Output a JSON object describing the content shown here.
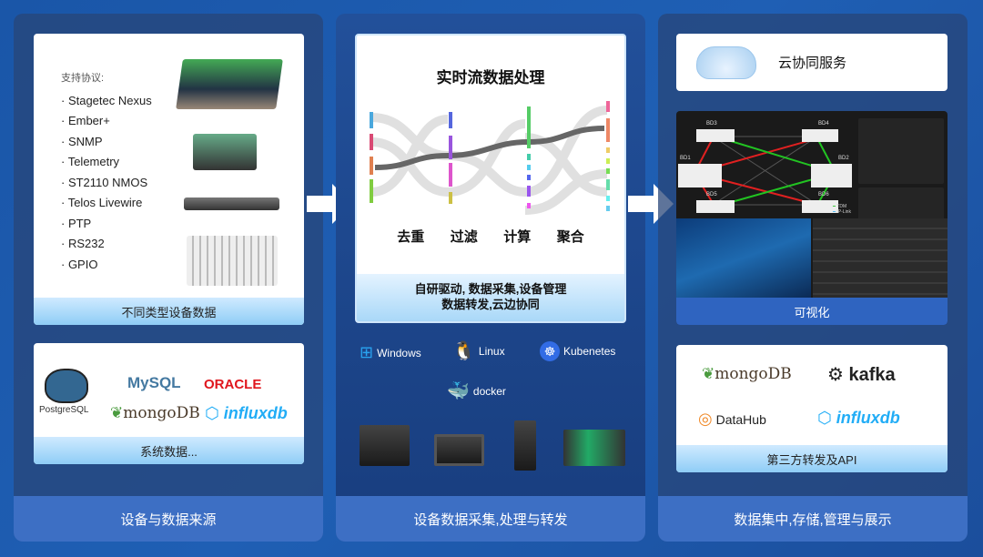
{
  "left": {
    "protocols_title": "支持协议:",
    "protocols": [
      "Stagetec Nexus",
      "Ember+",
      "SNMP",
      "Telemetry",
      "ST2110 NMOS",
      "Telos Livewire",
      "PTP",
      "RS232",
      "GPIO"
    ],
    "devices_caption": "不同类型设备数据",
    "databases": [
      "PostgreSQL",
      "MySQL",
      "ORACLE",
      "mongoDB",
      "influxdb"
    ],
    "system_caption": "系统数据...",
    "footer": "设备与数据来源"
  },
  "middle": {
    "title": "实时流数据处理",
    "steps": [
      "去重",
      "过滤",
      "计算",
      "聚合"
    ],
    "caption_line1": "自研驱动, 数据采集,设备管理",
    "caption_line2": "数据转发,云边协同",
    "platforms": [
      "Windows",
      "Linux",
      "Kubenetes",
      "docker"
    ],
    "footer": "设备数据采集,处理与转发"
  },
  "right": {
    "cloud_label": "云协同服务",
    "topology_nodes": [
      "BD3",
      "BD4",
      "BD1",
      "BD2",
      "BD5",
      "BD6"
    ],
    "legend": [
      "TDM",
      "IP-Link"
    ],
    "viz_caption": "可视化",
    "third_party": [
      "mongoDB",
      "kafka",
      "DataHub",
      "influxdb"
    ],
    "api_caption": "第三方转发及API",
    "footer": "数据集中,存储,管理与展示"
  },
  "colors": {
    "accent": "#3d6fc4",
    "tdm": "#22c322",
    "link_red": "#e02020"
  }
}
